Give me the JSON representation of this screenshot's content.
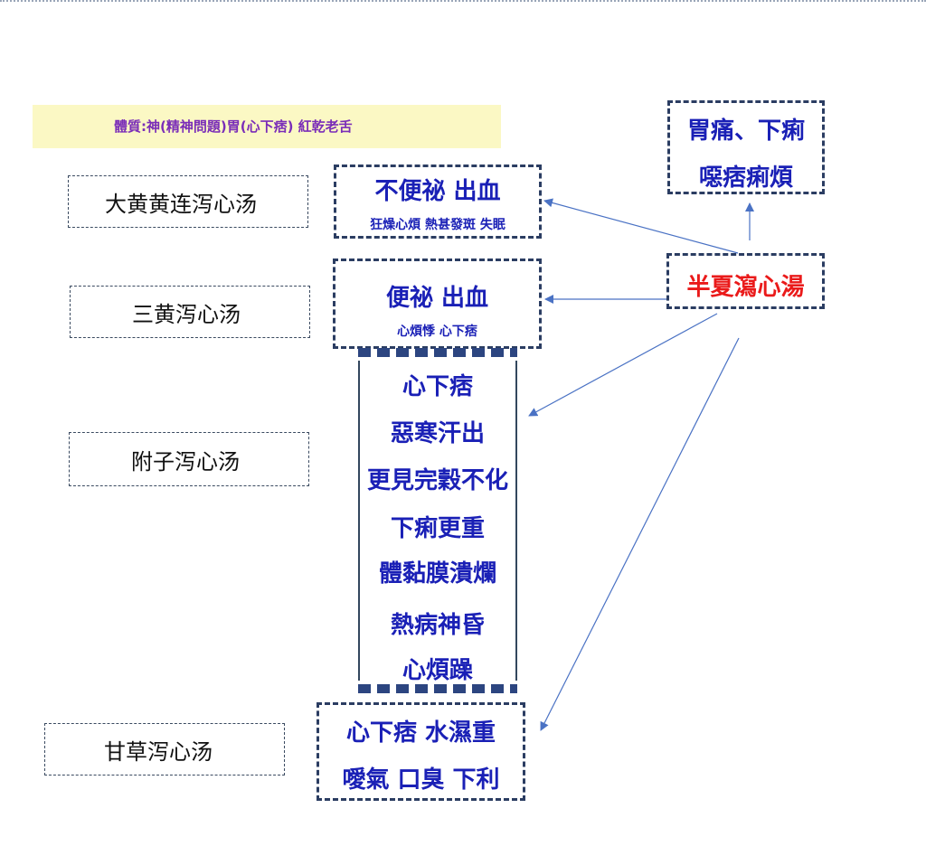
{
  "banner": {
    "text": "體質:神(精神問題)胃(心下痞) 紅乾老舌"
  },
  "formulas": {
    "dahuang": "大黄黄连泻心汤",
    "sanhuang": "三黄泻心汤",
    "fuzi": "附子泻心汤",
    "gancao": "甘草泻心汤"
  },
  "center": {
    "label": "半夏瀉心湯"
  },
  "box_top_right": {
    "line1": "胃痛、下痢",
    "line2": "噁痞痢煩"
  },
  "box_dahuang": {
    "line1": "不便祕  出血",
    "line2": "狂燥心煩 熱甚發斑 失眠"
  },
  "box_sanhuang": {
    "line1": "便祕 出血",
    "line2": "心煩悸 心下痞"
  },
  "box_fuzi": {
    "lines": [
      "心下痞",
      "惡寒汗出",
      "更見完穀不化",
      "下痢更重",
      "體黏膜潰爛",
      "熱病神昏",
      "心煩躁"
    ]
  },
  "box_gancao": {
    "line1": "心下痞 水濕重",
    "line2": "噯氣 口臭 下利"
  },
  "colors": {
    "accent_blue": "#1a20b6",
    "accent_red": "#ea1a1a",
    "banner_bg": "#fbf8c4",
    "banner_text": "#7a2db8",
    "arrow": "#4a72c4"
  }
}
